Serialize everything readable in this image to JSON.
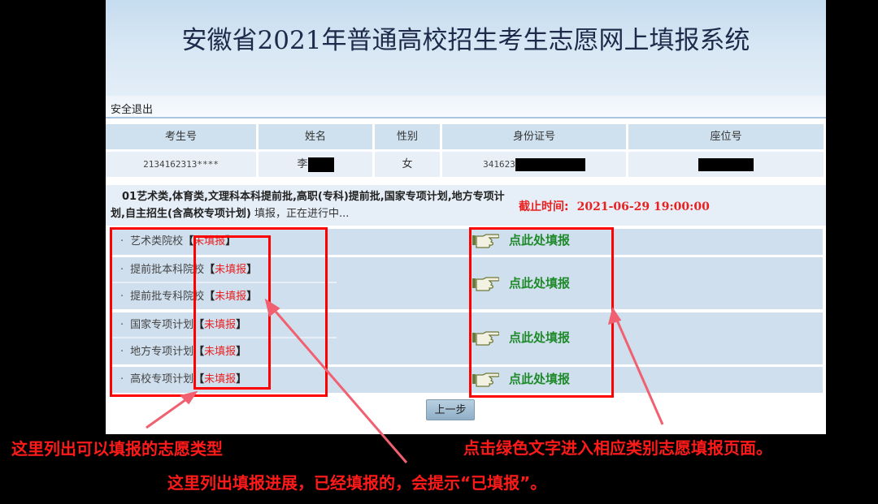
{
  "header": {
    "title": "安徽省2021年普通高校招生考生志愿网上填报系统",
    "logout_label": "安全退出"
  },
  "candidate_info": {
    "columns": [
      "考生号",
      "姓名",
      "性别",
      "身份证号",
      "座位号"
    ],
    "values": {
      "exam_number": "2134162313****",
      "name_visible": "李",
      "gender": "女",
      "id_number_visible": "341623",
      "seat_number_visible": ""
    }
  },
  "notice": {
    "categories": "01艺术类,体育类,文理科本科提前批,高职(专科)提前批,国家专项计划,地方专项计划,自主招生(含高校专项计划)",
    "status_suffix": " 填报，正在进行中...",
    "deadline_label": "截止时间:",
    "deadline_value": "2021-06-29 19:00:00"
  },
  "categories": [
    {
      "label": "艺术类院校",
      "status": "未填报"
    },
    {
      "label": "提前批本科院校",
      "status": "未填报"
    },
    {
      "label": "提前批专科院校",
      "status": "未填报"
    },
    {
      "label": "国家专项计划",
      "status": "未填报"
    },
    {
      "label": "地方专项计划",
      "status": "未填报"
    },
    {
      "label": "高校专项计划",
      "status": "未填报"
    }
  ],
  "fill_links": [
    {
      "label": "点此处填报",
      "icon": "pointing-hand-icon"
    },
    {
      "label": "点此处填报",
      "icon": "pointing-hand-icon"
    },
    {
      "label": "点此处填报",
      "icon": "pointing-hand-icon"
    },
    {
      "label": "点此处填报",
      "icon": "pointing-hand-icon"
    }
  ],
  "bracket_open": "【",
  "bracket_close": "】",
  "bullet": "·",
  "buttons": {
    "prev_label": "上一步"
  },
  "annotations": {
    "types_note": "这里列出可以填报的志愿类型",
    "progress_note": "这里列出填报进展，已经填报的，会提示“已填报”。",
    "green_note": "点击绿色文字进入相应类别志愿填报页面。"
  },
  "colors": {
    "deadline_red": "#e8201f",
    "status_red": "#e8201f",
    "link_green": "#1e8a2a",
    "annotation_red": "#ff0000",
    "header_bg": "#cfe0ef",
    "row_bg": "#cfdfee"
  }
}
